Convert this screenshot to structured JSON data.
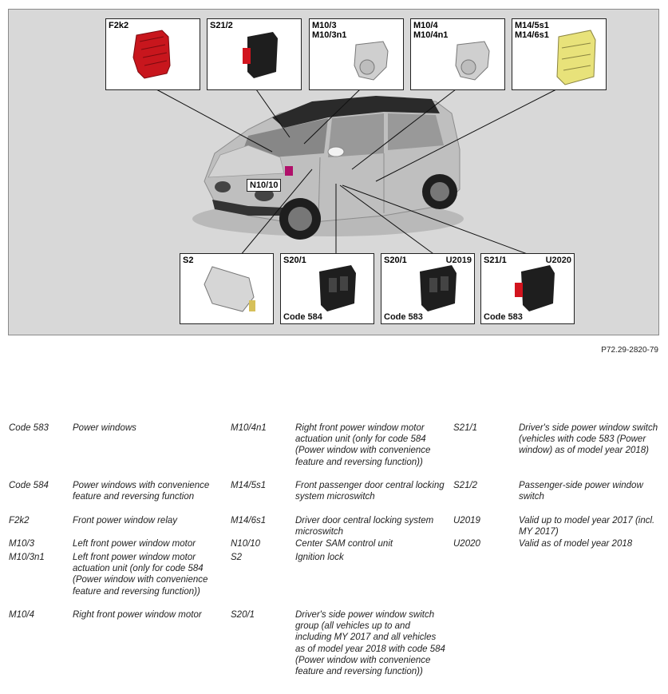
{
  "figure_id": "P72.29-2820-79",
  "callouts": {
    "f2k2": "F2k2",
    "s21_2": "S21/2",
    "m10_3": "M10/3\nM10/3n1",
    "m10_4": "M10/4\nM10/4n1",
    "m14": "M14/5s1\nM14/6s1",
    "n10_10": "N10/10",
    "s2": "S2",
    "s20_1_584": {
      "top": "S20/1",
      "bottom": "Code 584"
    },
    "s20_1_583": {
      "top": "S20/1",
      "right": "U2019",
      "bottom": "Code 583"
    },
    "s21_1_583": {
      "top": "S21/1",
      "right": "U2020",
      "bottom": "Code 583"
    }
  },
  "legend": [
    {
      "code": "Code 583",
      "desc": "Power windows"
    },
    {
      "code": "Code 584",
      "desc": "Power windows with convenience feature and reversing function"
    },
    {
      "code": "F2k2",
      "desc": "Front power window relay"
    },
    {
      "code": "M10/3",
      "desc": "Left front power window motor"
    },
    {
      "code": "M10/3n1",
      "desc": "Left front power window motor actuation unit (only for code 584 (Power window with convenience feature and reversing function))"
    },
    {
      "code": "M10/4",
      "desc": "Right front power window motor"
    },
    {
      "code": "M10/4n1",
      "desc": "Right front power window motor actuation unit (only for code 584 (Power window with convenience feature and reversing function))"
    },
    {
      "code": "M14/5s1",
      "desc": "Front passenger door central locking system microswitch"
    },
    {
      "code": "M14/6s1",
      "desc": "Driver door central locking system microswitch"
    },
    {
      "code": "N10/10",
      "desc": "Center SAM control unit"
    },
    {
      "code": "S2",
      "desc": "Ignition lock"
    },
    {
      "code": "S20/1",
      "desc": "Driver's side power window switch group (all vehicles up to and including MY 2017 and all vehicles as of model year 2018 with code 584 (Power window with convenience feature and reversing function))"
    },
    {
      "code": "S21/1",
      "desc": "Driver's side power window switch (vehicles with code 583 (Power window) as of model year 2018)"
    },
    {
      "code": "S21/2",
      "desc": "Passenger-side power window switch"
    },
    {
      "code": "U2019",
      "desc": "Valid up to model year 2017 (incl. MY 2017)"
    },
    {
      "code": "U2020",
      "desc": "Valid as of model year 2018"
    }
  ],
  "colors": {
    "background": "#d8d8d8",
    "relay_red": "#c8161d",
    "microswitch_yellow": "#e8e27a",
    "switch_black": "#1e1e1e",
    "switch_red_tab": "#d2141e",
    "sam_magenta": "#b0106a"
  }
}
